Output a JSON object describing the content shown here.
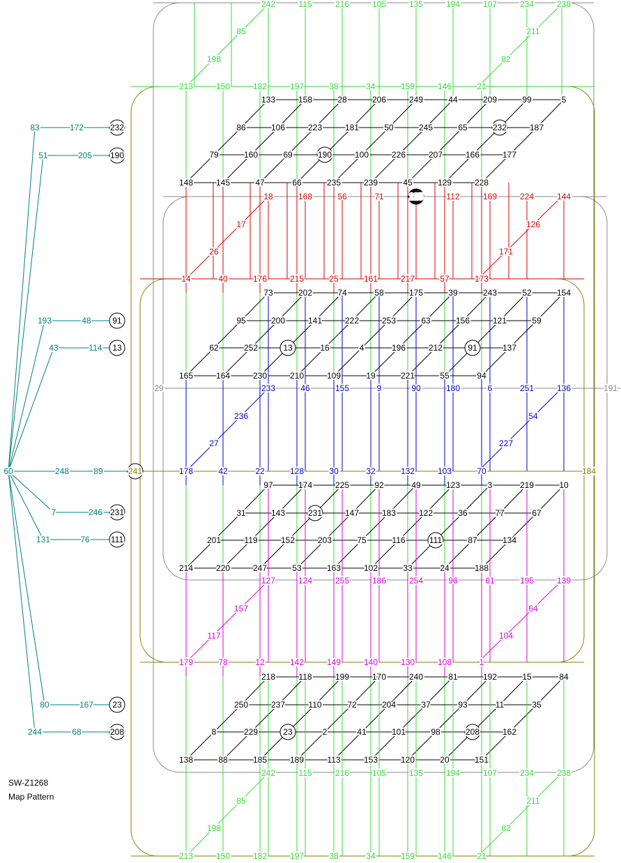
{
  "caption": {
    "line1": "SW-Z1268",
    "line2": "Map Pattern"
  },
  "colors": {
    "black": "#000000",
    "red": "#dd0000",
    "blue": "#0000cc",
    "magenta": "#dd00dd",
    "green": "#33dd33",
    "olive": "#808000",
    "teal": "#008080",
    "gray": "#888888",
    "cross": "#999999"
  },
  "top_green_labels": [
    "242",
    "115",
    "216",
    "105",
    "135",
    "194",
    "107",
    "234",
    "238"
  ],
  "green_diag_top": [
    "85",
    "198",
    "211",
    "82"
  ],
  "green_row_213": [
    "213",
    "150",
    "182",
    "197",
    "38",
    "34",
    "159",
    "146",
    "21"
  ],
  "grid1": [
    [
      "133",
      "158",
      "28",
      "206",
      "249",
      "44",
      "209",
      "99",
      "5"
    ],
    [
      "86",
      "106",
      "223",
      "181",
      "50",
      "245",
      "65",
      "232",
      "187"
    ],
    [
      "79",
      "160",
      "69",
      "190",
      "100",
      "226",
      "207",
      "166",
      "177"
    ],
    [
      "148",
      "145",
      "47",
      "66",
      "235",
      "239",
      "45",
      "129",
      "228"
    ]
  ],
  "red_top": [
    "18",
    "168",
    "56",
    "71",
    "125",
    "112",
    "169",
    "224",
    "144"
  ],
  "red_diag": [
    "17",
    "26",
    "126",
    "171"
  ],
  "red_bottom": [
    "14",
    "40",
    "176",
    "215",
    "25",
    "161",
    "217",
    "57",
    "173"
  ],
  "grid2": [
    [
      "73",
      "202",
      "74",
      "58",
      "175",
      "39",
      "243",
      "52",
      "154"
    ],
    [
      "95",
      "200",
      "141",
      "222",
      "253",
      "63",
      "156",
      "121",
      "59"
    ],
    [
      "62",
      "252",
      "13",
      "16",
      "4",
      "196",
      "212",
      "91",
      "137"
    ],
    [
      "165",
      "164",
      "230",
      "210",
      "109",
      "19",
      "221",
      "55",
      "94"
    ]
  ],
  "gray_ends": [
    "29",
    "191"
  ],
  "blue_top": [
    "233",
    "46",
    "155",
    "9",
    "90",
    "180",
    "6",
    "251",
    "136"
  ],
  "blue_diag": [
    "236",
    "27",
    "54",
    "227"
  ],
  "olive_ends": [
    "241",
    "184"
  ],
  "blue_bottom": [
    "178",
    "42",
    "22",
    "128",
    "30",
    "32",
    "132",
    "103",
    "70"
  ],
  "grid3": [
    [
      "97",
      "174",
      "225",
      "92",
      "49",
      "123",
      "3",
      "219",
      "10"
    ],
    [
      "31",
      "143",
      "231",
      "147",
      "183",
      "122",
      "36",
      "77",
      "67"
    ],
    [
      "201",
      "119",
      "152",
      "203",
      "75",
      "116",
      "111",
      "87",
      "134"
    ],
    [
      "214",
      "220",
      "247",
      "53",
      "163",
      "102",
      "33",
      "24",
      "188"
    ]
  ],
  "magenta_top": [
    "127",
    "124",
    "255",
    "186",
    "254",
    "96",
    "61",
    "195",
    "139"
  ],
  "magenta_diag": [
    "157",
    "117",
    "64",
    "104"
  ],
  "magenta_bottom": [
    "179",
    "78",
    "12",
    "142",
    "149",
    "140",
    "130",
    "108",
    "1"
  ],
  "grid4": [
    [
      "218",
      "118",
      "199",
      "170",
      "240",
      "81",
      "192",
      "15",
      "84"
    ],
    [
      "250",
      "237",
      "110",
      "72",
      "204",
      "37",
      "93",
      "11",
      "35"
    ],
    [
      "8",
      "229",
      "23",
      "2",
      "41",
      "101",
      "98",
      "208",
      "162"
    ],
    [
      "138",
      "88",
      "185",
      "189",
      "113",
      "153",
      "120",
      "20",
      "151"
    ]
  ],
  "bottom_green_labels": [
    "242",
    "115",
    "216",
    "105",
    "135",
    "194",
    "107",
    "234",
    "238"
  ],
  "green_diag_bottom": [
    "85",
    "198",
    "211",
    "82"
  ],
  "bottom_green_row": [
    "213",
    "150",
    "182",
    "197",
    "38",
    "34",
    "159",
    "146",
    "21"
  ],
  "left_hub": "60",
  "left_hub_mid": [
    "248",
    "89"
  ],
  "left_rows": [
    [
      "83",
      "172",
      "232"
    ],
    [
      "51",
      "205",
      "190"
    ],
    [
      "193",
      "48",
      "91"
    ],
    [
      "43",
      "114",
      "13"
    ],
    [
      "7",
      "246",
      "231"
    ],
    [
      "131",
      "76",
      "111"
    ],
    [
      "80",
      "167",
      "23"
    ],
    [
      "244",
      "68",
      "208"
    ]
  ]
}
